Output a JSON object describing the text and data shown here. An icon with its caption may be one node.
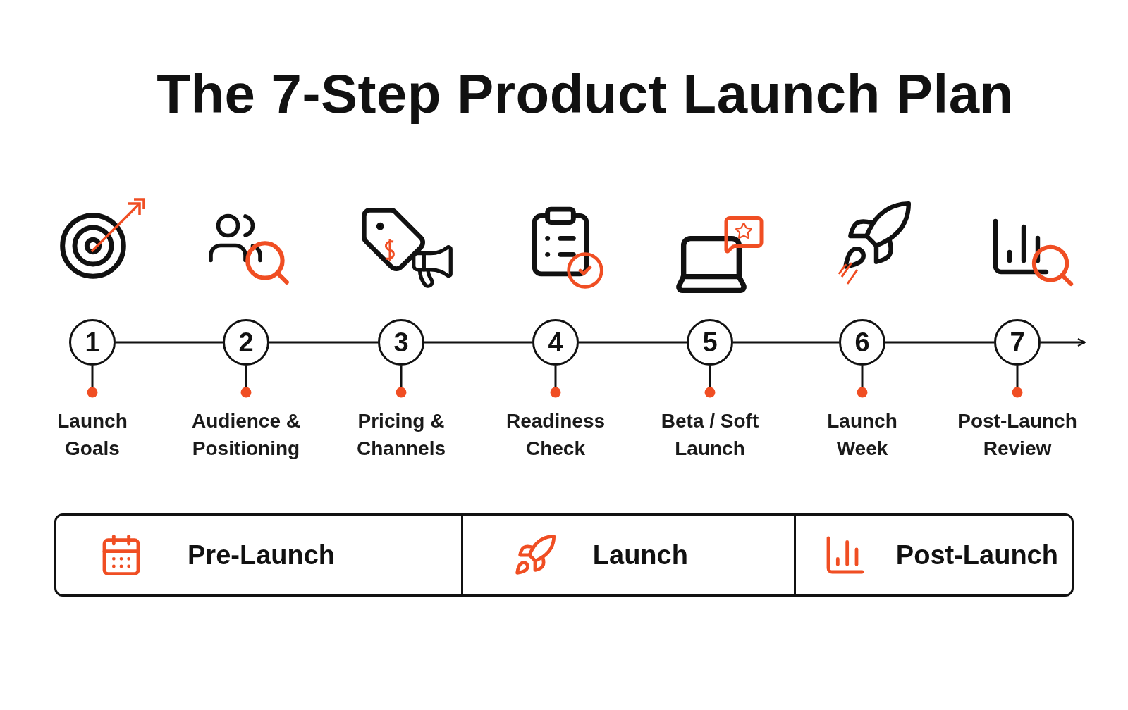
{
  "diagram": {
    "title": "The 7-Step Product Launch Plan",
    "nodes": [
      {
        "text": [
          "1"
        ],
        "beside": [
          "Launch Goals"
        ]
      },
      {
        "text": [
          "2"
        ],
        "beside": [
          "Audience & Positioning"
        ]
      },
      {
        "text": [
          "3"
        ],
        "beside": [
          "Pricing & Channels"
        ]
      },
      {
        "text": [
          "4"
        ],
        "beside": [
          "Readiness Check"
        ]
      },
      {
        "text": [
          "5"
        ],
        "beside": [
          "Beta / Soft Launch"
        ]
      },
      {
        "text": [
          "6"
        ],
        "beside": [
          "Launch Week"
        ]
      },
      {
        "text": [
          "7"
        ],
        "beside": [
          "Post-Launch Review"
        ]
      },
      {
        "text": [],
        "shape": "box"
      },
      {
        "text": [
          "Pre-Launch"
        ],
        "in": 7
      },
      {
        "text": [
          "Launch"
        ],
        "in": 7
      },
      {
        "text": [
          "Post-Launch"
        ],
        "in": 7
      }
    ],
    "edges": [
      {
        "from": 0,
        "to": 1,
        "arrow": "none"
      },
      {
        "from": 1,
        "to": 2,
        "arrow": "none"
      },
      {
        "from": 2,
        "to": 3,
        "arrow": "none"
      },
      {
        "from": 3,
        "to": 4,
        "arrow": "none"
      },
      {
        "from": 4,
        "to": 5,
        "arrow": "none"
      },
      {
        "from": 5,
        "to": 6,
        "arrow": "none"
      },
      {
        "from": 6,
        "to": null,
        "arrow": "to"
      }
    ]
  }
}
